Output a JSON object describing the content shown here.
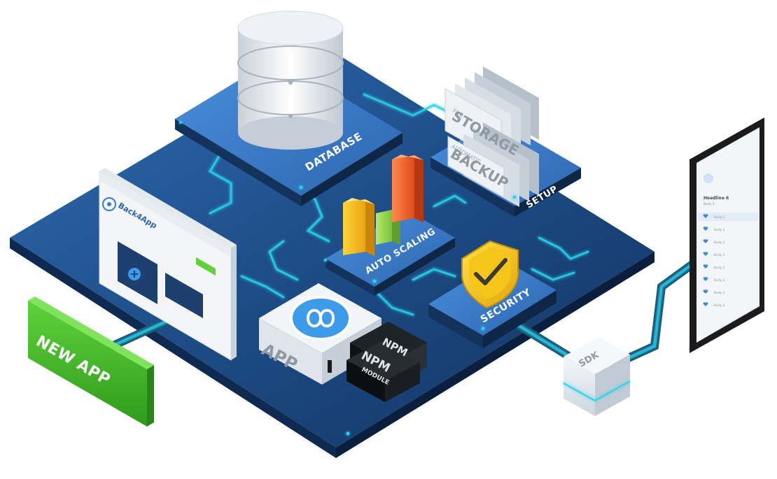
{
  "modules": {
    "database": "DATABASE",
    "file_small": "FILE",
    "storage": "STORAGE",
    "automatic_small": "AUTOMATIC",
    "backup": "BACKUP",
    "setup": "SETUP",
    "auto_scaling": "AUTO SCALING",
    "security": "SECURITY",
    "app": "APP",
    "npm": "NPM",
    "npm2": "NPM",
    "module": "MODULE",
    "sdk": "SDK",
    "new_app": "NEW APP"
  },
  "browser": {
    "brand": "Back4App"
  },
  "tablet": {
    "heading": "Headline 6",
    "subheading": "Body 2",
    "items": [
      "Body 2",
      "Body 2",
      "Body 2",
      "Body 1",
      "Body 2",
      "Body 2",
      "Body 2",
      "Body 2"
    ]
  },
  "colors": {
    "accent": "#2bd3ec",
    "board": "#1d4c86",
    "green": "#43b02a"
  },
  "icons": [
    "database-cylinder-icon",
    "shield-check-icon",
    "infinity-logo-icon",
    "plus-icon",
    "back4app-logo-icon",
    "heart-icon"
  ]
}
